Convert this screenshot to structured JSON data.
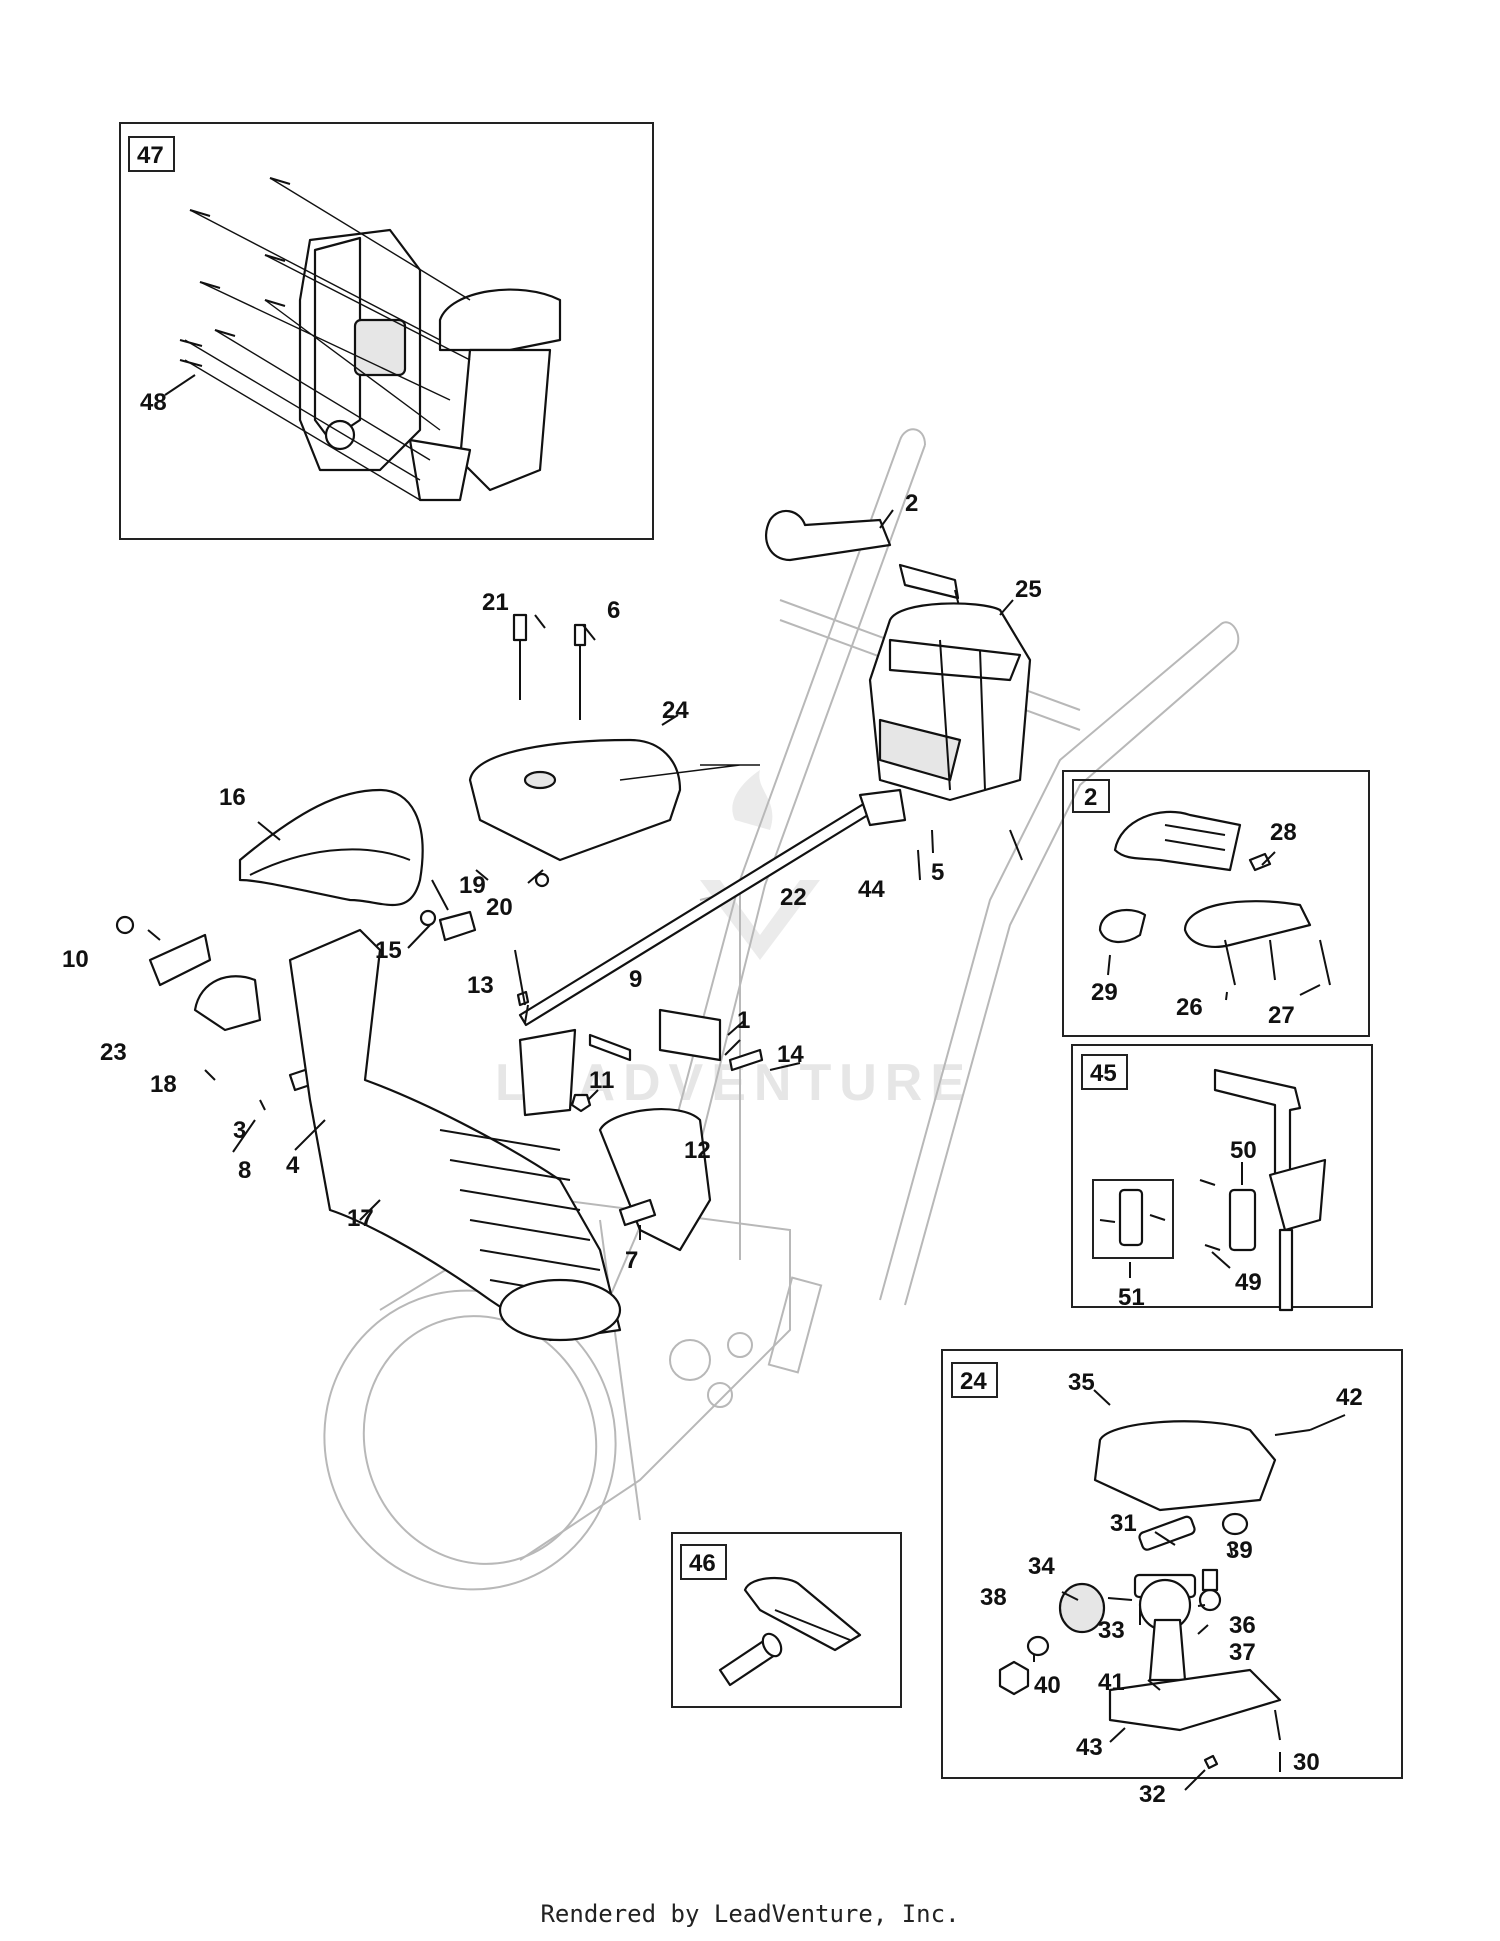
{
  "watermark": {
    "text": "LEADVENTURE"
  },
  "footer": {
    "text": "Rendered by LeadVenture, Inc."
  },
  "insets": [
    {
      "id": "47",
      "label": "47",
      "callouts": [
        "48"
      ]
    },
    {
      "id": "2",
      "label": "2",
      "callouts": [
        "28",
        "29",
        "26",
        "27"
      ]
    },
    {
      "id": "45",
      "label": "45",
      "callouts": [
        "50",
        "51",
        "49"
      ]
    },
    {
      "id": "24",
      "label": "24",
      "callouts": [
        "35",
        "42",
        "31",
        "39",
        "34",
        "38",
        "33",
        "36",
        "37",
        "41",
        "40",
        "43",
        "32",
        "30"
      ]
    },
    {
      "id": "46",
      "label": "46",
      "callouts": []
    }
  ],
  "callouts": {
    "c1": "1",
    "c2": "2",
    "c3": "3",
    "c4": "4",
    "c5": "5",
    "c6": "6",
    "c7": "7",
    "c8": "8",
    "c9": "9",
    "c10": "10",
    "c11": "11",
    "c12": "12",
    "c13": "13",
    "c14": "14",
    "c15": "15",
    "c16": "16",
    "c17": "17",
    "c18": "18",
    "c19": "19",
    "c20": "20",
    "c21": "21",
    "c22": "22",
    "c23": "23",
    "c24": "24",
    "c25": "25",
    "c26": "26",
    "c27": "27",
    "c28": "28",
    "c29": "29",
    "c30": "30",
    "c31": "31",
    "c32": "32",
    "c33": "33",
    "c34": "34",
    "c35": "35",
    "c36": "36",
    "c37": "37",
    "c38": "38",
    "c39": "39",
    "c40": "40",
    "c41": "41",
    "c42": "42",
    "c43": "43",
    "c44": "44",
    "c48": "48",
    "c49": "49",
    "c50": "50",
    "c51": "51"
  }
}
